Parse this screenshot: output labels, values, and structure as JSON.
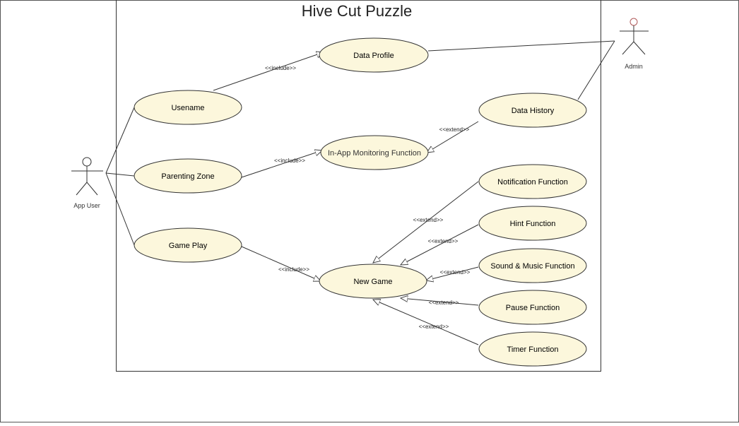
{
  "diagram": {
    "title": "Hive Cut Puzzle",
    "actors": {
      "app_user": "App User",
      "admin": "Admin"
    },
    "use_cases": {
      "data_profile": "Data Profile",
      "usename": "Usename",
      "data_history": "Data History",
      "in_app_monitoring": "In-App Monitoring Function",
      "parenting_zone": "Parenting Zone",
      "notification": "Notification Function",
      "hint": "Hint Function",
      "game_play": "Game Play",
      "sound_music": "Sound & Music Function",
      "new_game": "New Game",
      "pause": "Pause Function",
      "timer": "Timer Function"
    },
    "relations": {
      "include": "<<include>>",
      "extend": "<<extend>>"
    },
    "colors": {
      "use_case_fill": "#fcf7dc",
      "line": "#333333",
      "frame": "#333333"
    }
  }
}
